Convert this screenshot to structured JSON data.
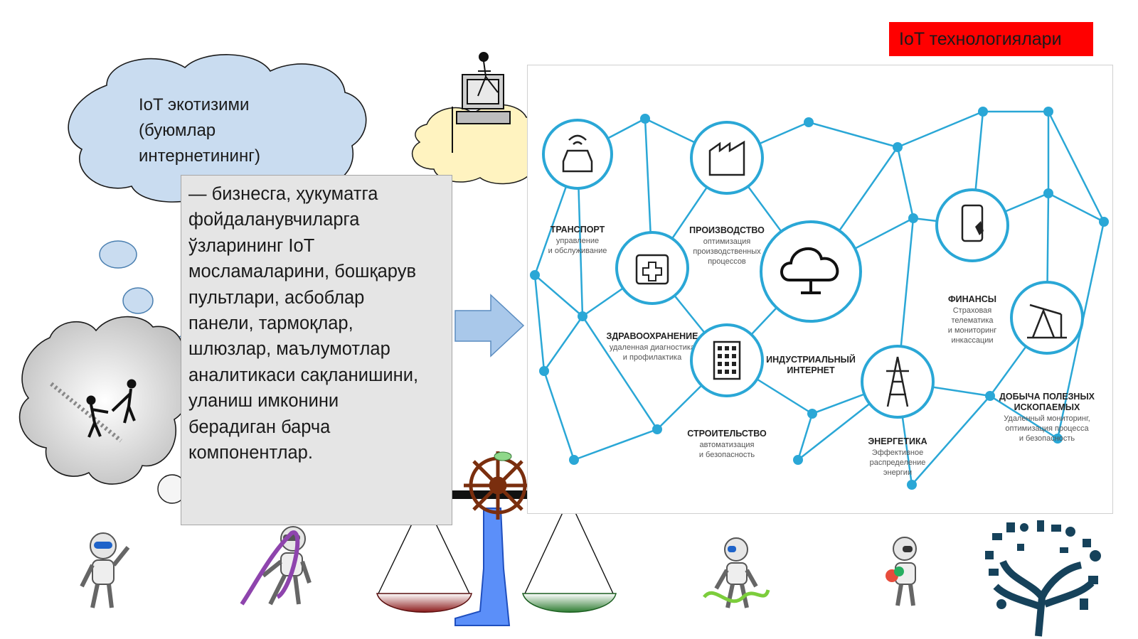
{
  "title": "IoT технологиялари",
  "cloud_text": [
    "IoT экотизими",
    "(буюмлар",
    "интернетининг)"
  ],
  "description": [
    "— бизнесга, ҳукуматга",
    "фойдаланувчиларга",
    "ўзларининг IoT",
    "мосламаларини, бошқарув",
    "пультлари, асбоблар",
    "панели, тармоқлар,",
    "шлюзлар, маълумотлар",
    "аналитикаси сақланишини,",
    "уланиш имконини",
    "берадиган барча",
    "компонентлар."
  ],
  "diagram": {
    "nodes": [
      {
        "id": "transport",
        "label": [
          "ТРАНСПОРТ"
        ],
        "sub": [
          "управление",
          "и обслуживание"
        ],
        "icon": "car-wifi-icon"
      },
      {
        "id": "health",
        "label": [
          "ЗДРАВООХРАНЕНИЕ"
        ],
        "sub": [
          "удаленная диагностика",
          "и профилактика"
        ],
        "icon": "medical-kit-icon"
      },
      {
        "id": "production",
        "label": [
          "ПРОИЗВОДСТВО"
        ],
        "sub": [
          "оптимизация",
          "производственных",
          "процессов"
        ],
        "icon": "factory-icon"
      },
      {
        "id": "construction",
        "label": [
          "СТРОИТЕЛЬСТВО"
        ],
        "sub": [
          "автоматизация",
          "и безопасность"
        ],
        "icon": "building-icon"
      },
      {
        "id": "industrial",
        "label": [
          "ИНДУСТРИАЛЬНЫЙ",
          "ИНТЕРНЕТ"
        ],
        "sub": [],
        "icon": "cloud-network-icon"
      },
      {
        "id": "energy",
        "label": [
          "ЭНЕРГЕТИКА"
        ],
        "sub": [
          "Эффективное",
          "распределение",
          "энергии"
        ],
        "icon": "power-tower-icon"
      },
      {
        "id": "finance",
        "label": [
          "ФИНАНСЫ"
        ],
        "sub": [
          "Страховая",
          "телематика",
          "и мониторинг",
          "инкассации"
        ],
        "icon": "smartphone-touch-icon"
      },
      {
        "id": "mining",
        "label": [
          "ДОБЫЧА ПОЛЕЗНЫХ",
          "ИСКОПАЕМЫХ"
        ],
        "sub": [
          "Удаленный мониторинг,",
          "оптимизация процесса",
          "и безопасность"
        ],
        "icon": "oil-pump-icon"
      }
    ]
  },
  "colors": {
    "network": "#2aa7d6",
    "badge": "#ff0000",
    "cloud_fill": "#c9dcf0",
    "cloud_stroke": "#1a1a1a",
    "arrow": "#a9c8ea",
    "panel": "#e5e5e5"
  }
}
